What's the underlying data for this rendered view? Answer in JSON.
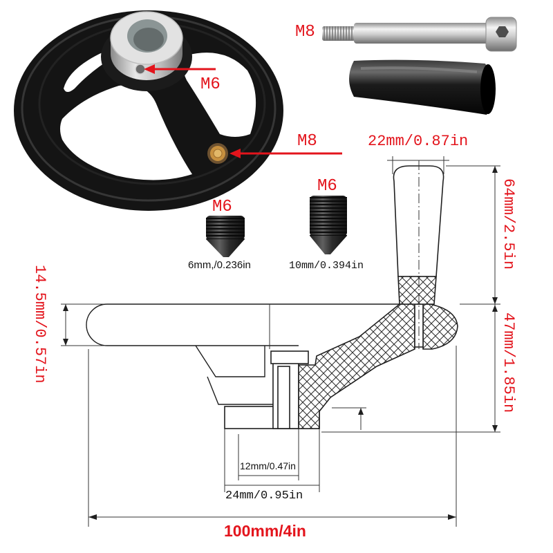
{
  "colors": {
    "label_red": "#e3141c",
    "dimension_text": "#111111"
  },
  "photo_labels": {
    "bolt_thread": "M8",
    "hub_thread": "M6",
    "insert_thread": "M8",
    "set_screw_short_thread": "M6",
    "set_screw_long_thread": "M6",
    "set_screw_short_length": "6mm,/0.236in",
    "set_screw_long_length": "10mm/0.394in"
  },
  "dimensions": {
    "grip_diameter": "22mm/0.87in",
    "grip_height": "64mm/2.5in",
    "rim_thickness": "14.5mm/0.57in",
    "overall_height": "47mm/1.85in",
    "bore_diameter": "12mm/0.47in",
    "hub_diameter": "24mm/0.95in",
    "wheel_diameter": "100mm/4in"
  }
}
